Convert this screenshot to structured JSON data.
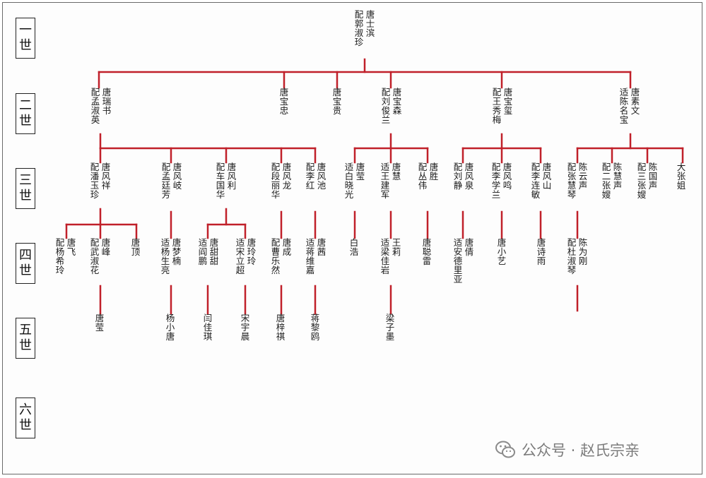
{
  "generations": [
    "一世",
    "二世",
    "三世",
    "四世",
    "五世",
    "六世"
  ],
  "nodes": [
    {
      "id": "n1",
      "cols": [
        "配郭淑珍",
        "唐士滨"
      ]
    },
    {
      "id": "n2a",
      "cols": [
        "配孟淑英",
        "唐瑞书"
      ]
    },
    {
      "id": "n2b",
      "cols": [
        "唐宝忠"
      ]
    },
    {
      "id": "n2c",
      "cols": [
        "唐宝贵"
      ]
    },
    {
      "id": "n2d",
      "cols": [
        "配刘俊兰",
        "唐宝森"
      ]
    },
    {
      "id": "n2e",
      "cols": [
        "配王秀梅",
        "唐宝玺"
      ]
    },
    {
      "id": "n2f",
      "cols": [
        "适陈名宝",
        "唐素文"
      ]
    },
    {
      "id": "n3a",
      "cols": [
        "配潘玉珍",
        "唐风祥"
      ]
    },
    {
      "id": "n3b",
      "cols": [
        "配孟廷芳",
        "唐风岐"
      ]
    },
    {
      "id": "n3c",
      "cols": [
        "配车国华",
        "唐风利"
      ]
    },
    {
      "id": "n3d",
      "cols": [
        "配段丽华",
        "唐风龙"
      ]
    },
    {
      "id": "n3e",
      "cols": [
        "配李红",
        "唐风池"
      ]
    },
    {
      "id": "n3f",
      "cols": [
        "适白晓光",
        "唐莹"
      ]
    },
    {
      "id": "n3g",
      "cols": [
        "适王建军",
        "唐慧"
      ]
    },
    {
      "id": "n3h",
      "cols": [
        "配丛伟",
        "唐胜"
      ]
    },
    {
      "id": "n3i",
      "cols": [
        "配刘静",
        "唐风泉"
      ]
    },
    {
      "id": "n3j",
      "cols": [
        "配李学兰",
        "唐风鸣"
      ]
    },
    {
      "id": "n3k",
      "cols": [
        "配李连敏",
        "唐风山"
      ]
    },
    {
      "id": "n3l",
      "cols": [
        "配张慧琴",
        "陈云声"
      ]
    },
    {
      "id": "n3m",
      "cols": [
        "配二张嫂",
        "陈慧声"
      ]
    },
    {
      "id": "n3n",
      "cols": [
        "配三张嫂",
        "陈国声"
      ]
    },
    {
      "id": "n3o",
      "cols": [
        "大张姐"
      ]
    },
    {
      "id": "n4a",
      "cols": [
        "配杨希玲",
        "唐飞"
      ]
    },
    {
      "id": "n4b",
      "cols": [
        "配武淑花",
        "唐峰"
      ]
    },
    {
      "id": "n4c",
      "cols": [
        "唐顶"
      ]
    },
    {
      "id": "n4d",
      "cols": [
        "适杨生亮",
        "唐梦楠"
      ]
    },
    {
      "id": "n4e",
      "cols": [
        "适阎鹏",
        "唐甜甜"
      ]
    },
    {
      "id": "n4f",
      "cols": [
        "适宋立超",
        "唐玲玲"
      ]
    },
    {
      "id": "n4g",
      "cols": [
        "配曹乐然",
        "唐成"
      ]
    },
    {
      "id": "n4h",
      "cols": [
        "适蒋维嘉",
        "唐茜"
      ]
    },
    {
      "id": "n4i",
      "cols": [
        "白浩"
      ]
    },
    {
      "id": "n4j",
      "cols": [
        "适梁佳岩",
        "王莉"
      ]
    },
    {
      "id": "n4k",
      "cols": [
        "唐聪雷"
      ]
    },
    {
      "id": "n4l",
      "cols": [
        "适安德里亚",
        "唐倩"
      ]
    },
    {
      "id": "n4m",
      "cols": [
        "唐小艺"
      ]
    },
    {
      "id": "n4n",
      "cols": [
        "唐诗雨"
      ]
    },
    {
      "id": "n4o",
      "cols": [
        "配杜淑琴",
        "陈为刚"
      ]
    },
    {
      "id": "n5a",
      "cols": [
        "唐莹"
      ]
    },
    {
      "id": "n5b",
      "cols": [
        "杨小唐"
      ]
    },
    {
      "id": "n5c",
      "cols": [
        "闫佳琪"
      ]
    },
    {
      "id": "n5d",
      "cols": [
        "宋宇晨"
      ]
    },
    {
      "id": "n5e",
      "cols": [
        "唐梓祺"
      ]
    },
    {
      "id": "n5f",
      "cols": [
        "蒋黎鸥"
      ]
    },
    {
      "id": "n5g",
      "cols": [
        "梁子墨"
      ]
    }
  ],
  "watermark": "公众号 · 赵氏宗亲",
  "colors": {
    "line": "#c0202a",
    "text": "#1a1a1a",
    "frame": "#6a6a6a"
  }
}
